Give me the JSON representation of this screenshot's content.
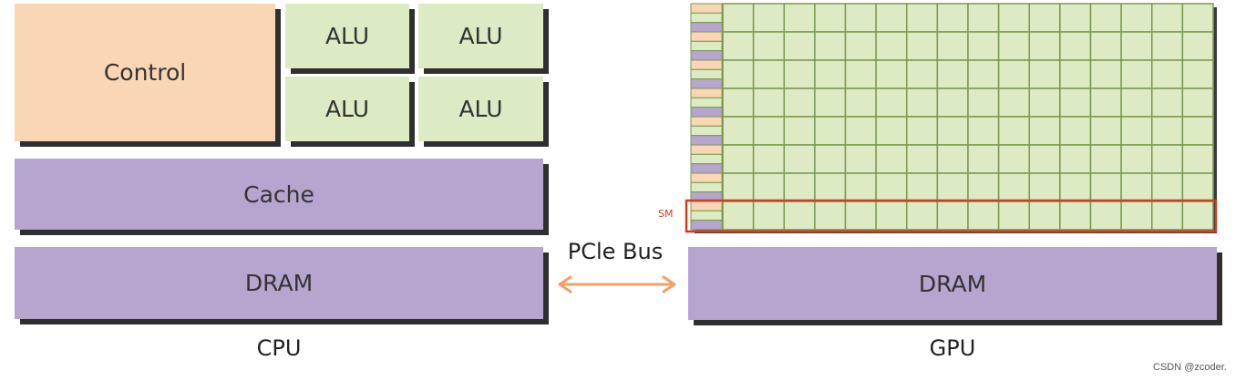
{
  "cpu": {
    "control_label": "Control",
    "alu_labels": [
      "ALU",
      "ALU",
      "ALU",
      "ALU"
    ],
    "cache_label": "Cache",
    "dram_label": "DRAM",
    "caption": "CPU"
  },
  "bus": {
    "label": "PCle Bus"
  },
  "gpu": {
    "sm_label": "SM",
    "dram_label": "DRAM",
    "caption": "GPU",
    "grid_rows": 8,
    "grid_cols": 16
  },
  "watermark": "CSDN @zcoder.",
  "colors": {
    "control": "#f9d6b4",
    "alu": "#dcebc3",
    "memory": "#b6a5cf",
    "grid_line": "#7a9a4e",
    "sm_highlight": "#d23a23",
    "arrow": "#f2a066"
  }
}
